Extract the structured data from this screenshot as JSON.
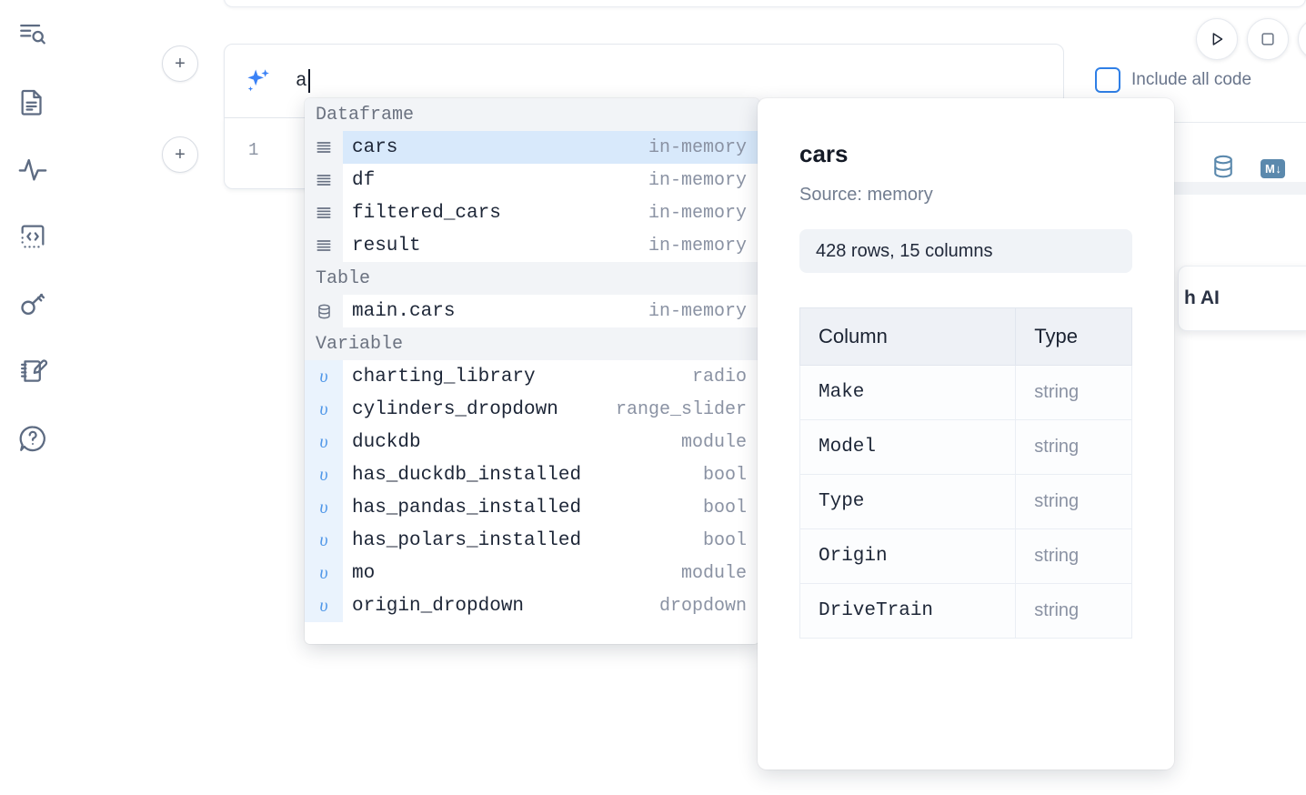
{
  "sidebar": {
    "items": [
      {
        "name": "file-explorer-icon",
        "label": "Explorer"
      },
      {
        "name": "document-icon",
        "label": "Notebook"
      },
      {
        "name": "activity-icon",
        "label": "Runtime"
      },
      {
        "name": "code-snippet-icon",
        "label": "Snippets"
      },
      {
        "name": "key-icon",
        "label": "Secrets"
      },
      {
        "name": "scratchpad-icon",
        "label": "Scratchpad"
      },
      {
        "name": "help-icon",
        "label": "Help"
      }
    ]
  },
  "editor": {
    "add_cell_label": "+",
    "ai_prompt_value": "a",
    "line_number": "1",
    "include_all_code_label": "Include all code",
    "run_button_label": "Run",
    "stop_button_label": "Stop",
    "database_icon_label": "Datasources",
    "markdown_badge": "M",
    "markdown_badge_arrow": "↓"
  },
  "float_card": {
    "text": "h AI"
  },
  "autocomplete": {
    "groups": [
      {
        "header": "Dataframe",
        "icon": "dataframe-icon",
        "items": [
          {
            "name": "cars",
            "kind": "in-memory",
            "selected": true
          },
          {
            "name": "df",
            "kind": "in-memory",
            "selected": false
          },
          {
            "name": "filtered_cars",
            "kind": "in-memory",
            "selected": false
          },
          {
            "name": "result",
            "kind": "in-memory",
            "selected": false
          }
        ]
      },
      {
        "header": "Table",
        "icon": "database-icon",
        "items": [
          {
            "name": "main.cars",
            "kind": "in-memory",
            "selected": false
          }
        ]
      },
      {
        "header": "Variable",
        "icon": "variable-icon",
        "items": [
          {
            "name": "charting_library",
            "kind": "radio",
            "selected": false
          },
          {
            "name": "cylinders_dropdown",
            "kind": "range_slider",
            "selected": false
          },
          {
            "name": "duckdb",
            "kind": "module",
            "selected": false
          },
          {
            "name": "has_duckdb_installed",
            "kind": "bool",
            "selected": false
          },
          {
            "name": "has_pandas_installed",
            "kind": "bool",
            "selected": false
          },
          {
            "name": "has_polars_installed",
            "kind": "bool",
            "selected": false
          },
          {
            "name": "mo",
            "kind": "module",
            "selected": false
          },
          {
            "name": "origin_dropdown",
            "kind": "dropdown",
            "selected": false
          }
        ]
      }
    ]
  },
  "preview": {
    "title": "cars",
    "source": "Source: memory",
    "stats": "428 rows, 15 columns",
    "columns_header": "Column",
    "type_header": "Type",
    "rows": [
      {
        "column": "Make",
        "type": "string"
      },
      {
        "column": "Model",
        "type": "string"
      },
      {
        "column": "Type",
        "type": "string"
      },
      {
        "column": "Origin",
        "type": "string"
      },
      {
        "column": "DriveTrain",
        "type": "string"
      }
    ]
  },
  "colors": {
    "accent_blue": "#3b82f6",
    "selection_blue": "#d8e9fb",
    "group_header_bg": "#f2f4f7",
    "icon_gray": "#5d6b82"
  }
}
